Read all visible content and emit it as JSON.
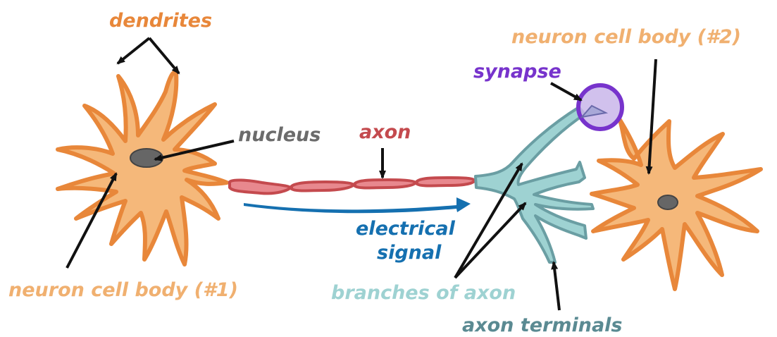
{
  "labels": {
    "dendrites": "dendrites",
    "nucleus": "nucleus",
    "axon": "axon",
    "cell_body_1": "neuron cell body (#1)",
    "cell_body_2": "neuron cell body (#2)",
    "synapse": "synapse",
    "electrical_signal_line1": "electrical",
    "electrical_signal_line2": "signal",
    "branches_of_axon": "branches of axon",
    "axon_terminals": "axon terminals"
  },
  "colors": {
    "cell_fill": "#f5b87a",
    "cell_stroke": "#e8873a",
    "nucleus_fill": "#666666",
    "axon_fill": "#e8888e",
    "axon_stroke": "#c44a4e",
    "branch_fill": "#9ed2d2",
    "branch_stroke": "#6a9ea3",
    "synapse_fill": "#c9b6ea",
    "synapse_stroke": "#7733cc",
    "signal_arrow": "#1570b0",
    "arrow": "#111111",
    "label_dendrites": "#e8873a",
    "label_cell_body": "#f0b070",
    "label_nucleus": "#6b6b6b",
    "label_axon": "#c44a4e",
    "label_synapse": "#7733cc",
    "label_signal": "#1570b0",
    "label_branches": "#9ed2d2",
    "label_terminals": "#5a8a92"
  }
}
